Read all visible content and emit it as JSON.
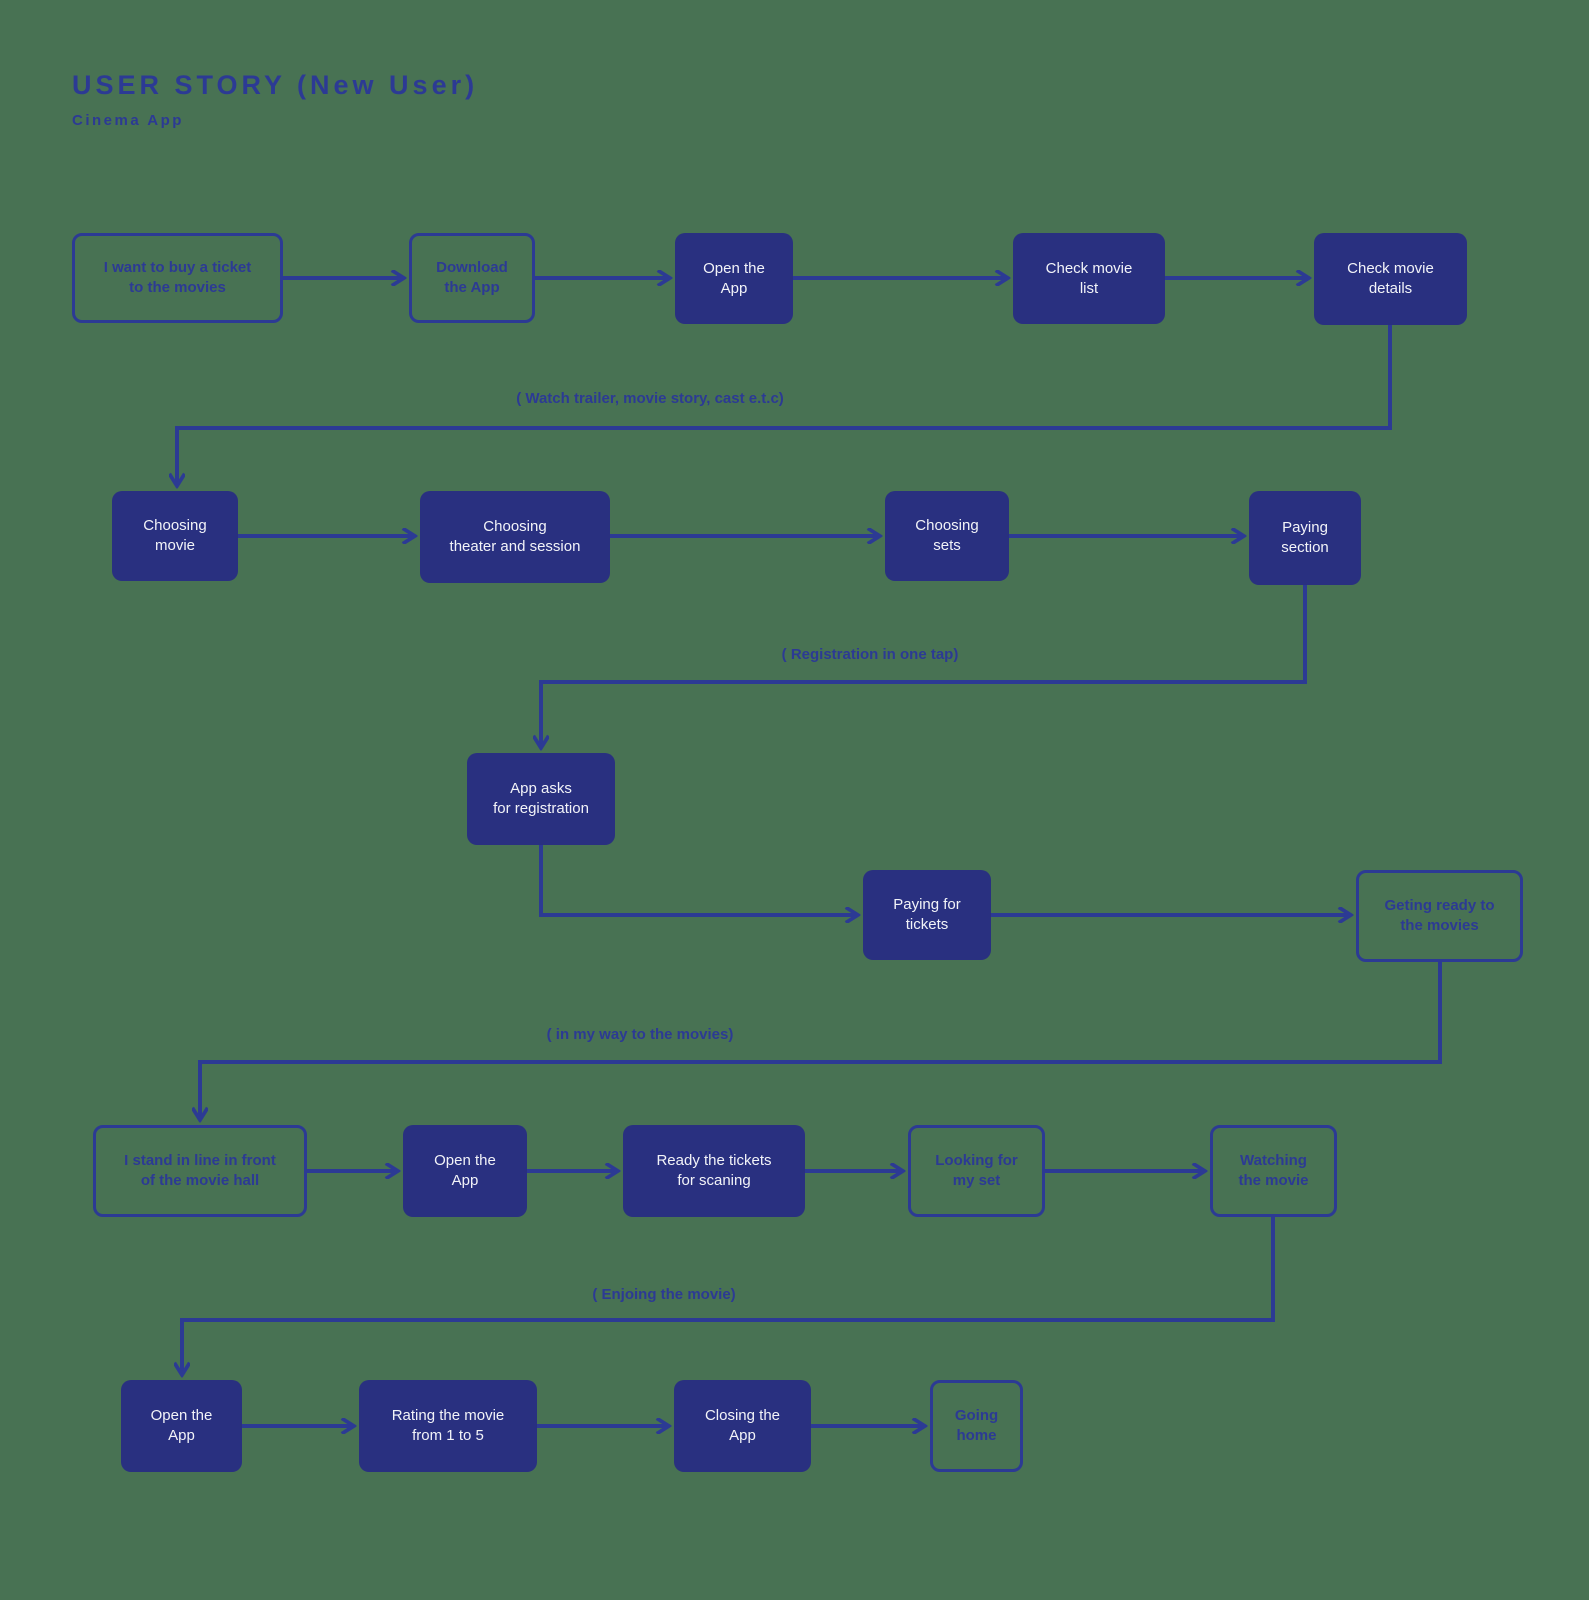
{
  "header": {
    "title": "USER STORY (New User)",
    "subtitle": "Cinema App"
  },
  "colors": {
    "background": "#487253",
    "node_fill": "#293080",
    "ink": "#2C3A94",
    "node_text_light": "#F2F3F8"
  },
  "nodes": [
    {
      "label": "I want to buy a ticket\nto the movies",
      "variant": "outlined"
    },
    {
      "label": "Download\nthe App",
      "variant": "outlined"
    },
    {
      "label": "Open the\nApp",
      "variant": "filled"
    },
    {
      "label": "Check movie\nlist",
      "variant": "filled"
    },
    {
      "label": "Check movie\ndetails",
      "variant": "filled"
    },
    {
      "label": "Choosing\nmovie",
      "variant": "filled"
    },
    {
      "label": "Choosing\ntheater and session",
      "variant": "filled"
    },
    {
      "label": "Choosing\nsets",
      "variant": "filled"
    },
    {
      "label": "Paying\nsection",
      "variant": "filled"
    },
    {
      "label": "App asks\nfor registration",
      "variant": "filled"
    },
    {
      "label": "Paying for\ntickets",
      "variant": "filled"
    },
    {
      "label": "Geting ready to\nthe movies",
      "variant": "outlined"
    },
    {
      "label": "I stand in line in front\nof the movie hall",
      "variant": "outlined"
    },
    {
      "label": "Open the\nApp",
      "variant": "filled"
    },
    {
      "label": "Ready the tickets\nfor scaning",
      "variant": "filled"
    },
    {
      "label": "Looking for\nmy set",
      "variant": "outlined"
    },
    {
      "label": "Watching\nthe movie",
      "variant": "outlined"
    },
    {
      "label": "Open the\nApp",
      "variant": "filled"
    },
    {
      "label": "Rating the movie\nfrom 1 to 5",
      "variant": "filled"
    },
    {
      "label": "Closing the\nApp",
      "variant": "filled"
    },
    {
      "label": "Going\nhome",
      "variant": "outlined"
    }
  ],
  "annotations": {
    "watch_trailer": "( Watch trailer, movie story, cast e.t.c)",
    "registration": "( Registration in one tap)",
    "on_my_way": "( in my way to the movies)",
    "enjoying": "( Enjoing the movie)"
  }
}
